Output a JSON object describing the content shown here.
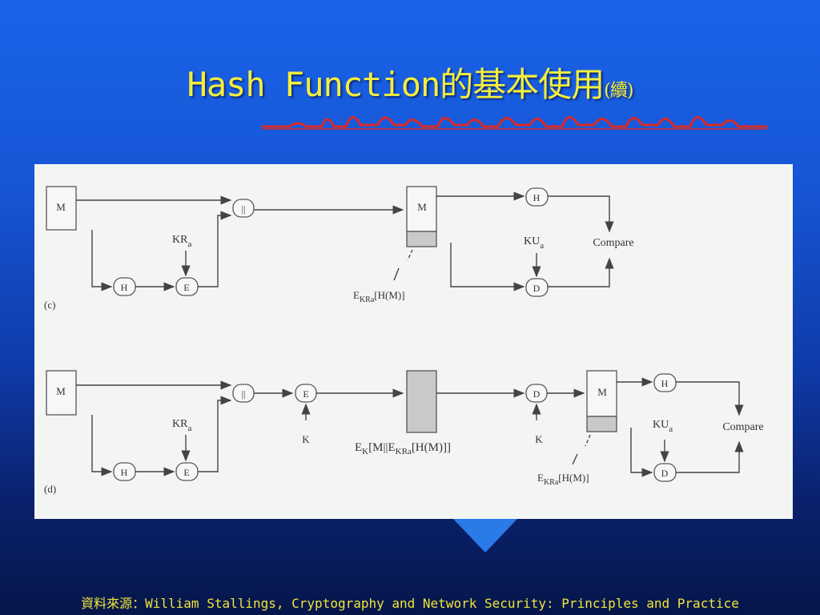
{
  "slide": {
    "title_main": "Hash Function的基本使用",
    "title_sub": "(續)",
    "footer": "資料來源：William Stallings, Cryptography and Network Security: Principles and Practice"
  },
  "diagram_c": {
    "label": "(c)",
    "m": "M",
    "concat": "||",
    "h": "H",
    "e": "E",
    "d": "D",
    "kr": "KR",
    "kr_sub": "a",
    "ku": "KU",
    "ku_sub": "a",
    "compare": "Compare",
    "sig_e": "E",
    "sig_sub": "KRa",
    "sig_rest": "[H(M)]"
  },
  "diagram_d": {
    "label": "(d)",
    "m": "M",
    "concat": "||",
    "h": "H",
    "e": "E",
    "d": "D",
    "kr": "KR",
    "kr_sub": "a",
    "k": "K",
    "ku": "KU",
    "ku_sub": "a",
    "compare": "Compare",
    "cipher_e": "E",
    "cipher_sub1": "K",
    "cipher_mid": "[M||E",
    "cipher_sub2": "KRa",
    "cipher_rest": "[H(M)]]",
    "sig_e": "E",
    "sig_sub": "KRa",
    "sig_rest": "[H(M)]"
  }
}
